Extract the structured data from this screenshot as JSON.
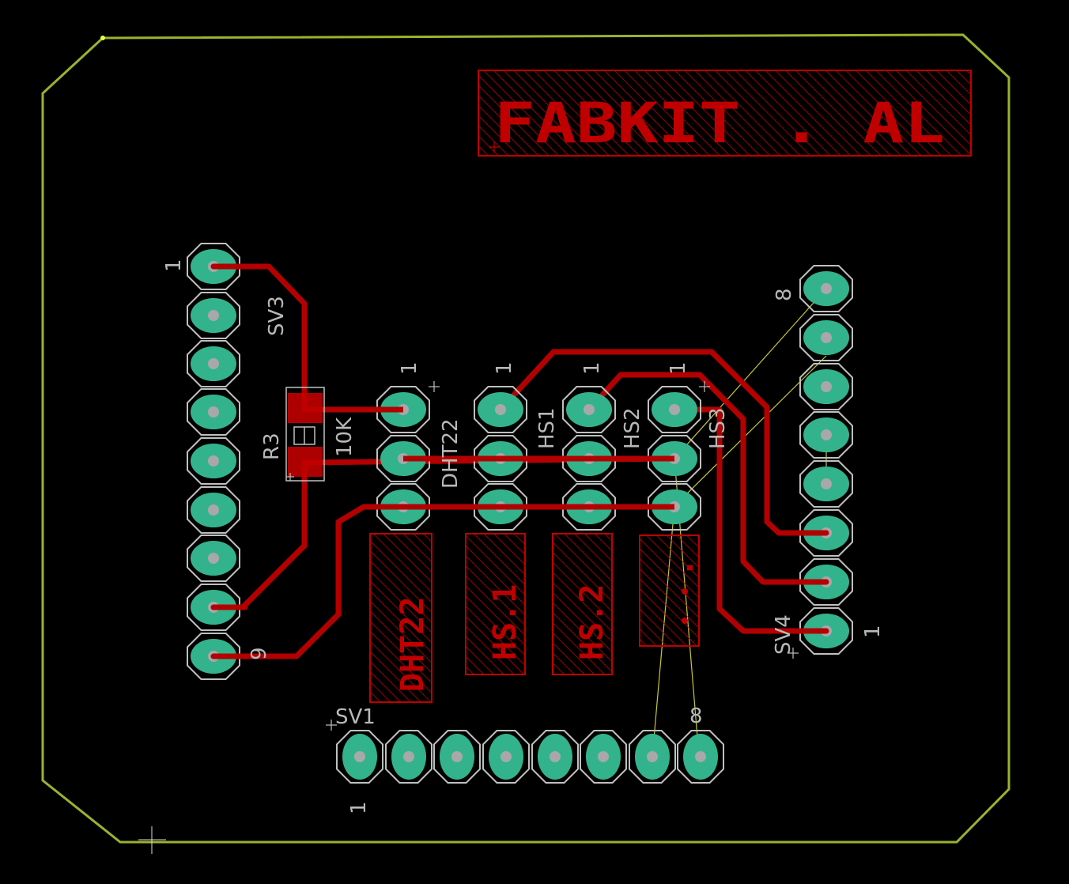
{
  "board": {
    "title": "FABKIT . AL"
  },
  "headers": {
    "sv3": {
      "name": "SV3",
      "pin_first": "1",
      "pin_last": "9"
    },
    "sv4": {
      "name": "SV4",
      "pin_first": "8",
      "pin_last": "1"
    },
    "sv1": {
      "name": "SV1",
      "pin_first": "1",
      "pin_last": "8"
    }
  },
  "components": {
    "r3": {
      "name": "R3",
      "value": "10K"
    },
    "dht22": {
      "name": "DHT22",
      "pin1": "1",
      "label": "DHT22"
    },
    "hs1": {
      "name": "HS1",
      "pin1": "1",
      "label": "HS.1"
    },
    "hs2": {
      "name": "HS2",
      "pin1": "1",
      "label": "HS.2"
    },
    "hs3": {
      "name": "HS3",
      "pin1": "1",
      "label": "."
    }
  },
  "colors": {
    "background": "#000000",
    "board_outline": "#99b32e",
    "copper_trace": "#b30000",
    "pad": "#33b38c",
    "silkscreen": "#b8b8b8",
    "airwire": "#c8c832"
  }
}
